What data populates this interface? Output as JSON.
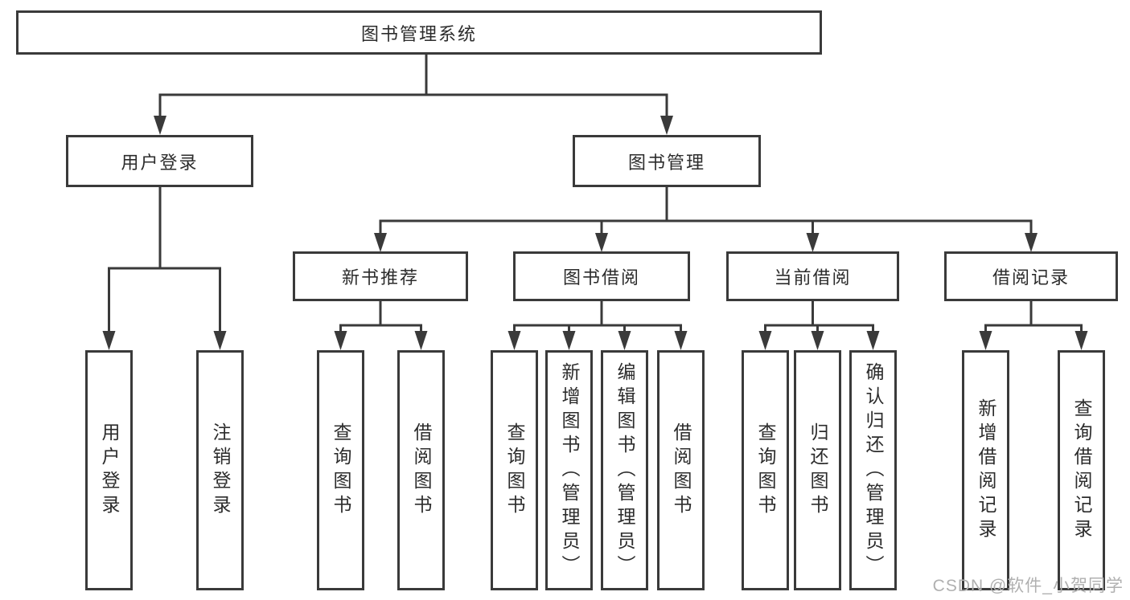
{
  "diagram_type": "hierarchy-tree",
  "line_color": "#3a3a3a",
  "box_fill": "#ffffff",
  "text_color": "#2c2c2c",
  "tree": {
    "label": "图书管理系统",
    "children": [
      {
        "label": "用户登录",
        "children": [
          {
            "label": "用户登录"
          },
          {
            "label": "注销登录"
          }
        ]
      },
      {
        "label": "图书管理",
        "children": [
          {
            "label": "新书推荐",
            "children": [
              {
                "label": "查询图书"
              },
              {
                "label": "借阅图书"
              }
            ]
          },
          {
            "label": "图书借阅",
            "children": [
              {
                "label": "查询图书"
              },
              {
                "label": "新增图书（管理员）"
              },
              {
                "label": "编辑图书（管理员）"
              },
              {
                "label": "借阅图书"
              }
            ]
          },
          {
            "label": "当前借阅",
            "children": [
              {
                "label": "查询图书"
              },
              {
                "label": "归还图书"
              },
              {
                "label": "确认归还（管理员）"
              }
            ]
          },
          {
            "label": "借阅记录",
            "children": [
              {
                "label": "新增借阅记录"
              },
              {
                "label": "查询借阅记录"
              }
            ]
          }
        ]
      }
    ]
  },
  "watermark": {
    "text": "CSDN @软件_小贺同学"
  }
}
